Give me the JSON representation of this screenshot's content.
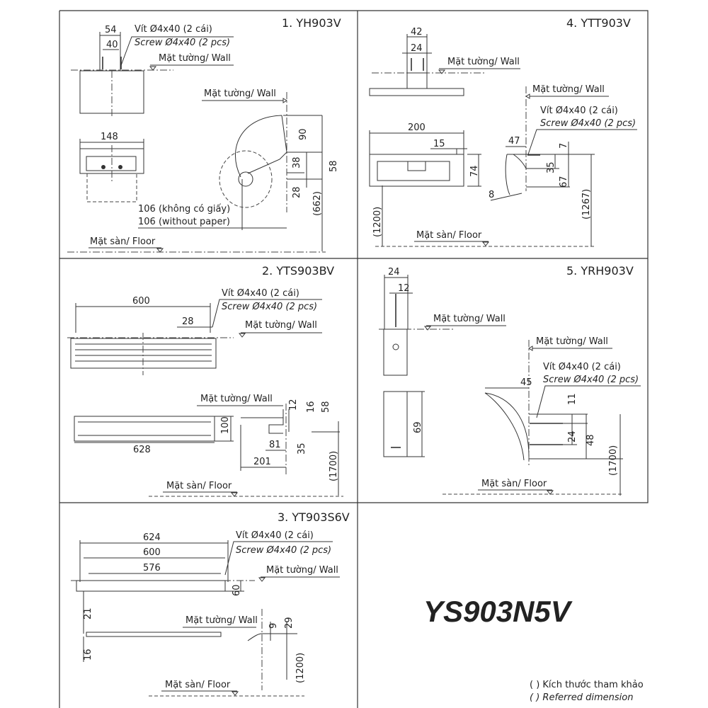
{
  "panels": {
    "p1": {
      "title": "1. YH903V",
      "d54": "54",
      "d40": "40",
      "screw_vi": "Vít Ø4x40 (2 cái)",
      "screw_en": "Screw Ø4x40 (2 pcs)",
      "wall1": "Mặt tường/ Wall",
      "wall2": "Mặt tường/ Wall",
      "d148": "148",
      "d90": "90",
      "d38": "38",
      "d58": "58",
      "d28": "28",
      "d662": "(662)",
      "note_vi": "106 (không có giấy)",
      "note_en": "106 (without paper)",
      "floor": "Mặt sàn/ Floor"
    },
    "p4": {
      "title": "4. YTT903V",
      "d42": "42",
      "d24": "24",
      "wall1": "Mặt tường/ Wall",
      "d200": "200",
      "d15": "15",
      "d74": "74",
      "d1200": "(1200)",
      "wall2": "Mặt tường/ Wall",
      "screw_vi": "Vít Ø4x40 (2 cái)",
      "screw_en": "Screw Ø4x40 (2 pcs)",
      "d47": "47",
      "d7": "7",
      "d35": "35",
      "d67": "67",
      "d8": "8",
      "d1267": "(1267)",
      "floor": "Mặt sàn/ Floor"
    },
    "p2": {
      "title": "2. YTS903BV",
      "d600": "600",
      "screw_vi": "Vít Ø4x40 (2 cái)",
      "screw_en": "Screw Ø4x40 (2 pcs)",
      "d28": "28",
      "wall1": "Mặt tường/ Wall",
      "wall2": "Mặt tường/ Wall",
      "d100": "100",
      "d628": "628",
      "d12": "12",
      "d16": "16",
      "d58": "58",
      "d81": "81",
      "d35": "35",
      "d201": "201",
      "d1700": "(1700)",
      "floor": "Mặt sàn/ Floor"
    },
    "p5": {
      "title": "5. YRH903V",
      "d24a": "24",
      "d12": "12",
      "wall1": "Mặt tường/ Wall",
      "wall2": "Mặt tường/ Wall",
      "screw_vi": "Vít Ø4x40 (2 cái)",
      "screw_en": "Screw Ø4x40 (2 pcs)",
      "d45": "45",
      "d11": "11",
      "d24b": "24",
      "d48": "48",
      "d1700": "(1700)",
      "d69": "69",
      "floor": "Mặt sàn/ Floor"
    },
    "p3": {
      "title": "3. YT903S6V",
      "d624": "624",
      "d600": "600",
      "d576": "576",
      "screw_vi": "Vít Ø4x40 (2 cái)",
      "screw_en": "Screw Ø4x40 (2 pcs)",
      "wall1": "Mặt tường/ Wall",
      "d60": "60",
      "d21": "21",
      "wall2": "Mặt tường/ Wall",
      "d9": "9",
      "d29": "29",
      "d16": "16",
      "d1200": "(1200)",
      "floor": "Mặt sàn/ Floor"
    }
  },
  "set_name": "YS903N5V",
  "legend": {
    "vi": "( ) Kích thước tham khảo",
    "en": "( ) Referred dimension"
  }
}
